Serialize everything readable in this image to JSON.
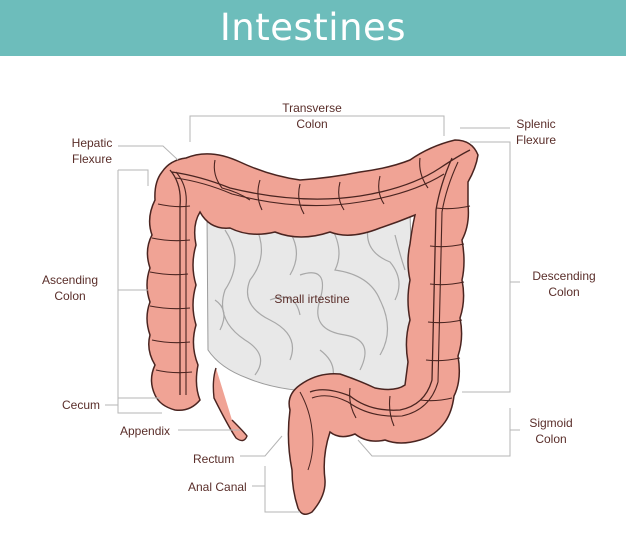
{
  "title": "Intestines",
  "labels": {
    "transverse_colon": [
      "Transverse",
      "Colon"
    ],
    "splenic_flexure": [
      "Splenic",
      "Flexure"
    ],
    "hepatic_flexure": [
      "Hepatic",
      "Flexure"
    ],
    "ascending_colon": [
      "Ascending",
      "Colon"
    ],
    "descending_colon": [
      "Descending",
      "Colon"
    ],
    "small_intestine": "Small irtestine",
    "cecum": "Cecum",
    "appendix": "Appendix",
    "sigmoid_colon": [
      "Sigmoid",
      "Colon"
    ],
    "rectum": "Rectum",
    "anal_canal": "Anal Canal"
  },
  "colors": {
    "banner": "#6dbdbb",
    "title_text": "#ffffff",
    "colon_fill": "#f0a395",
    "outline": "#4a2420",
    "small_intestine_fill": "#e8e8e8",
    "leader_line": "#b5b5b5",
    "label_text": "#5a2e2a"
  }
}
